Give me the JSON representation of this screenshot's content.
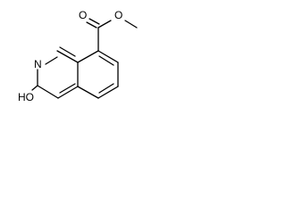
{
  "molecule": {
    "atoms": {
      "ring_nitrogen": "N",
      "hydroxyl": "HO",
      "carbonyl_oxygen": "O",
      "ester_oxygen": "O"
    },
    "bond_color": "#000000",
    "background_color": "#ffffff"
  }
}
